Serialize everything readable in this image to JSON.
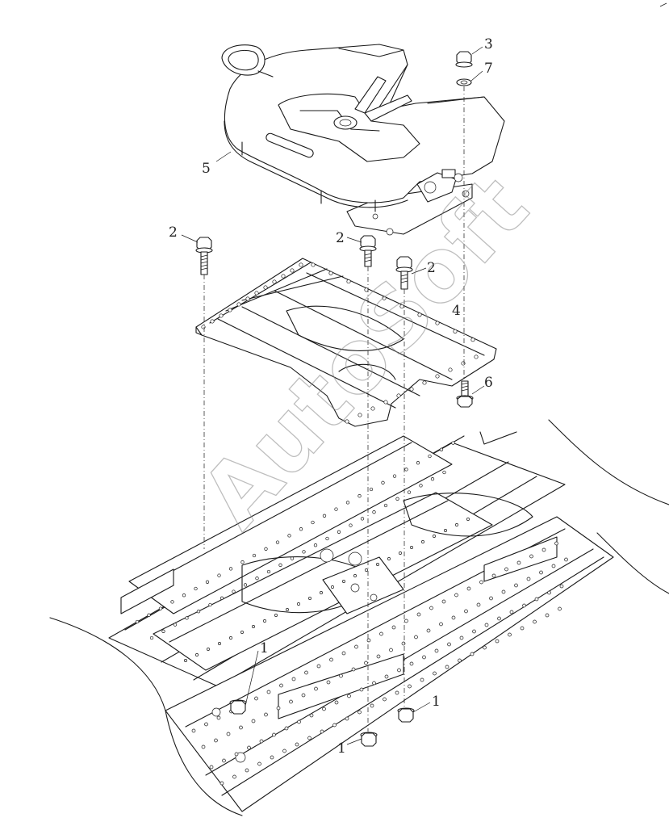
{
  "watermark": "AutoSoft",
  "callouts": [
    {
      "id": "c3",
      "label": "3"
    },
    {
      "id": "c7",
      "label": "7"
    },
    {
      "id": "c5",
      "label": "5"
    },
    {
      "id": "c2a",
      "label": "2"
    },
    {
      "id": "c2b",
      "label": "2"
    },
    {
      "id": "c2c",
      "label": "2"
    },
    {
      "id": "c4",
      "label": "4"
    },
    {
      "id": "c6",
      "label": "6"
    },
    {
      "id": "c1a",
      "label": "1"
    },
    {
      "id": "c1b",
      "label": "1"
    },
    {
      "id": "c1c",
      "label": "1"
    }
  ]
}
